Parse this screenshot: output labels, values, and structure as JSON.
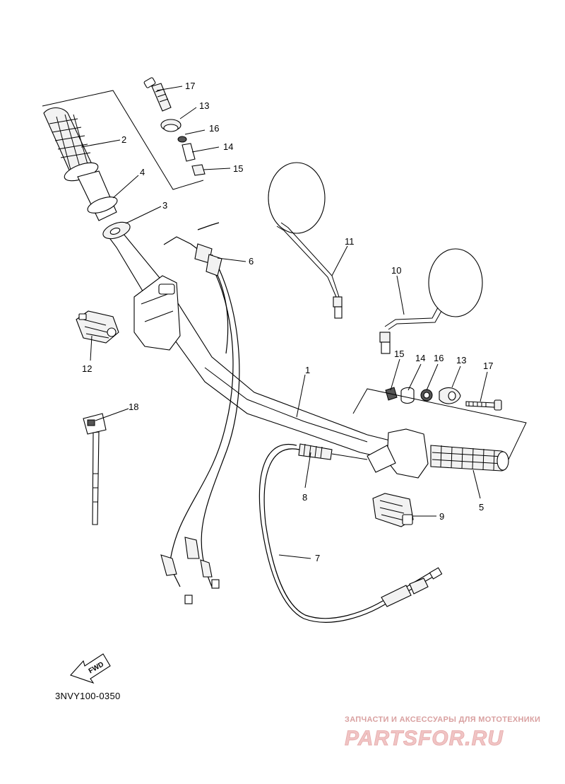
{
  "diagram": {
    "callouts": [
      {
        "id": "c1",
        "label": "1"
      },
      {
        "id": "c2",
        "label": "2"
      },
      {
        "id": "c3",
        "label": "3"
      },
      {
        "id": "c4",
        "label": "4"
      },
      {
        "id": "c5",
        "label": "5"
      },
      {
        "id": "c6",
        "label": "6"
      },
      {
        "id": "c7",
        "label": "7"
      },
      {
        "id": "c8",
        "label": "8"
      },
      {
        "id": "c9",
        "label": "9"
      },
      {
        "id": "c10",
        "label": "10"
      },
      {
        "id": "c11",
        "label": "11"
      },
      {
        "id": "c12",
        "label": "12"
      },
      {
        "id": "c13a",
        "label": "13"
      },
      {
        "id": "c13b",
        "label": "13"
      },
      {
        "id": "c14a",
        "label": "14"
      },
      {
        "id": "c14b",
        "label": "14"
      },
      {
        "id": "c15a",
        "label": "15"
      },
      {
        "id": "c15b",
        "label": "15"
      },
      {
        "id": "c16a",
        "label": "16"
      },
      {
        "id": "c16b",
        "label": "16"
      },
      {
        "id": "c17a",
        "label": "17"
      },
      {
        "id": "c17b",
        "label": "17"
      },
      {
        "id": "c18",
        "label": "18"
      }
    ],
    "direction_label": "FWD",
    "diagram_code": "3NVY100-0350"
  },
  "watermark": {
    "tagline": "ЗАПЧАСТИ И АКСЕССУАРЫ ДЛЯ МОТОТЕХНИКИ",
    "brand": "PARTSFOR.RU"
  }
}
